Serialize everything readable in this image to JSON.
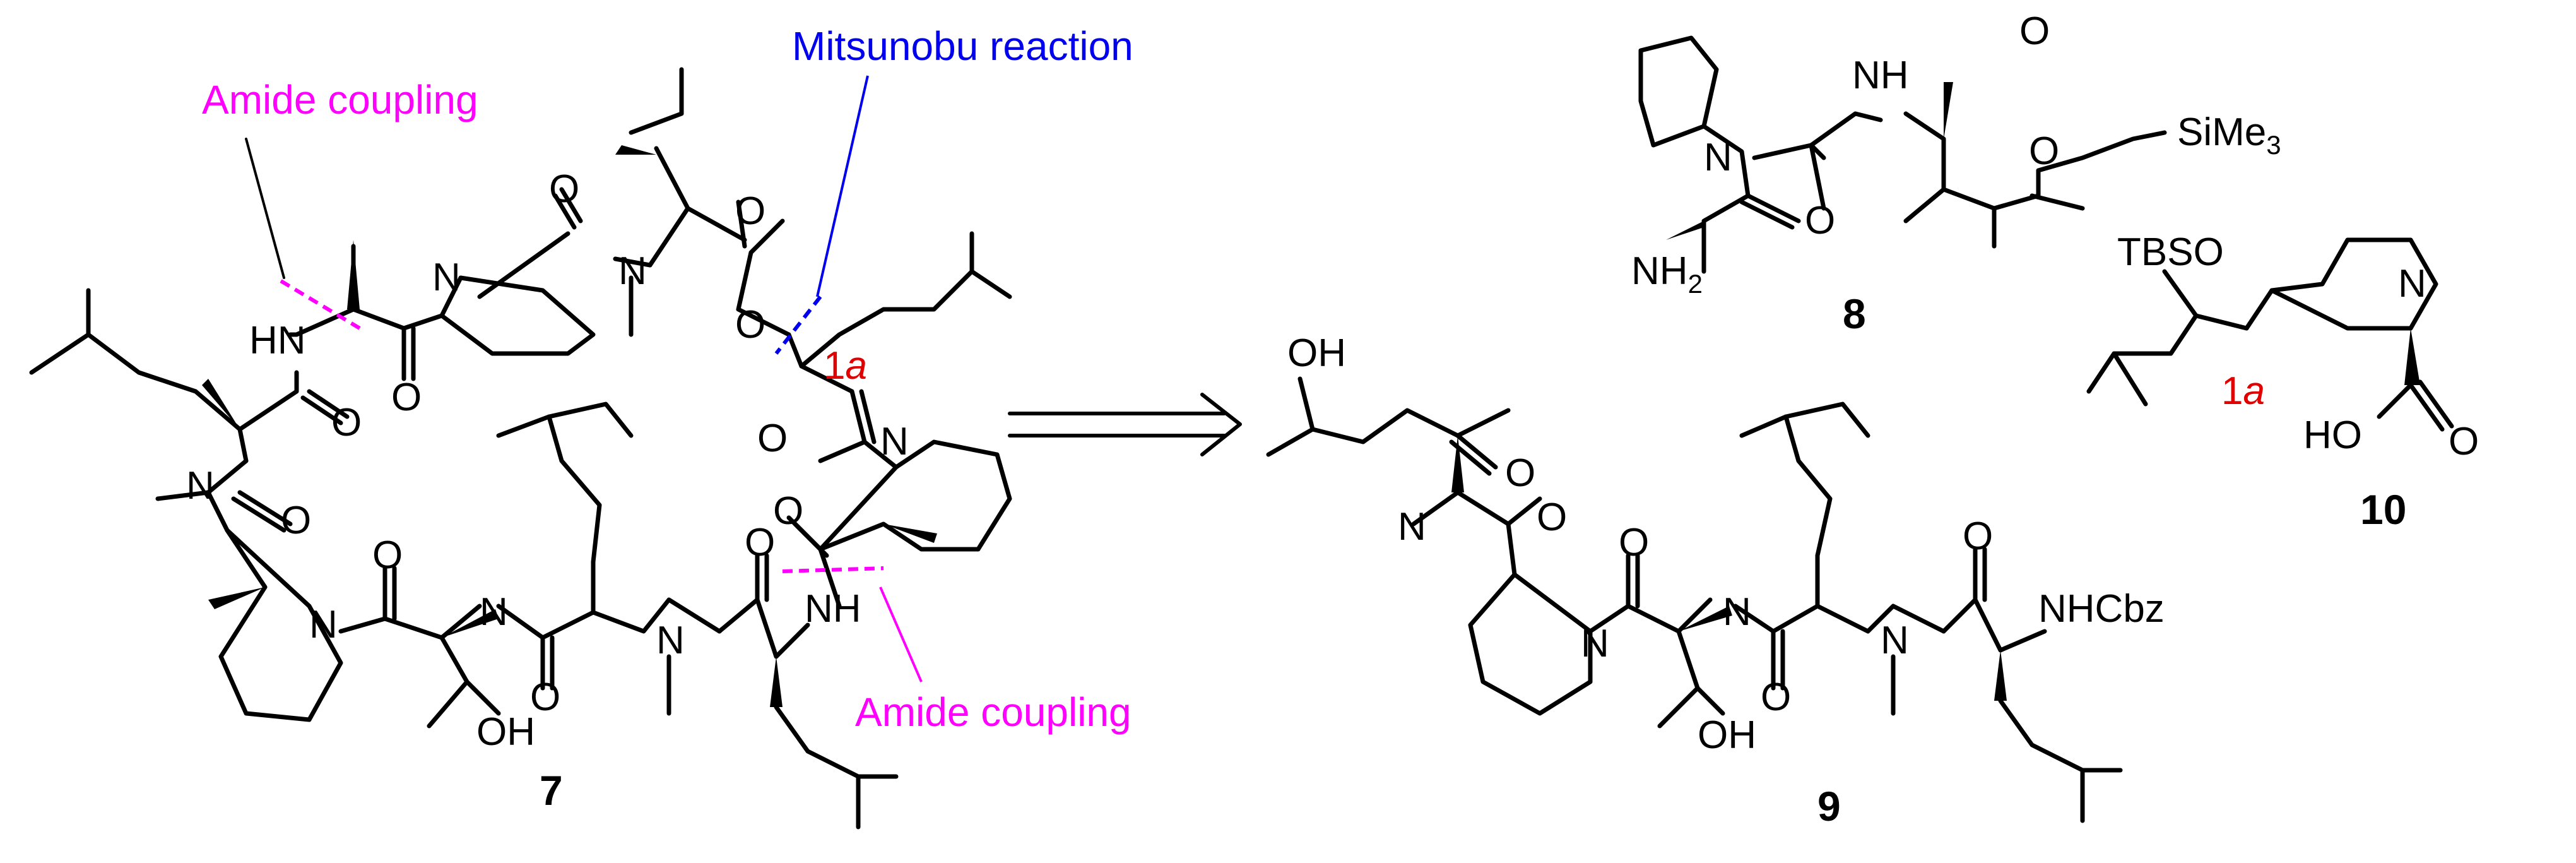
{
  "colors": {
    "amide": "#ff00ff",
    "mitsunobu": "#0000ee",
    "position": "#e00000",
    "bond": "#000000"
  },
  "annotations": {
    "amide_coupling_top": "Amide coupling",
    "amide_coupling_bottom": "Amide coupling",
    "mitsunobu": "Mitsunobu reaction"
  },
  "position_label": {
    "num": "1",
    "letter": "a"
  },
  "compounds": {
    "c7": "7",
    "c8": "8",
    "c9": "9",
    "c10": "10"
  },
  "atoms": {
    "hn": "HN",
    "nh": "NH",
    "n": "N",
    "o": "O",
    "oh": "OH",
    "nh2": "NH",
    "nh2_sub": "2",
    "sime3": "SiMe",
    "sime3_sub": "3",
    "tbso": "TBSO",
    "ho": "HO",
    "nhcbz": "NHCbz"
  }
}
